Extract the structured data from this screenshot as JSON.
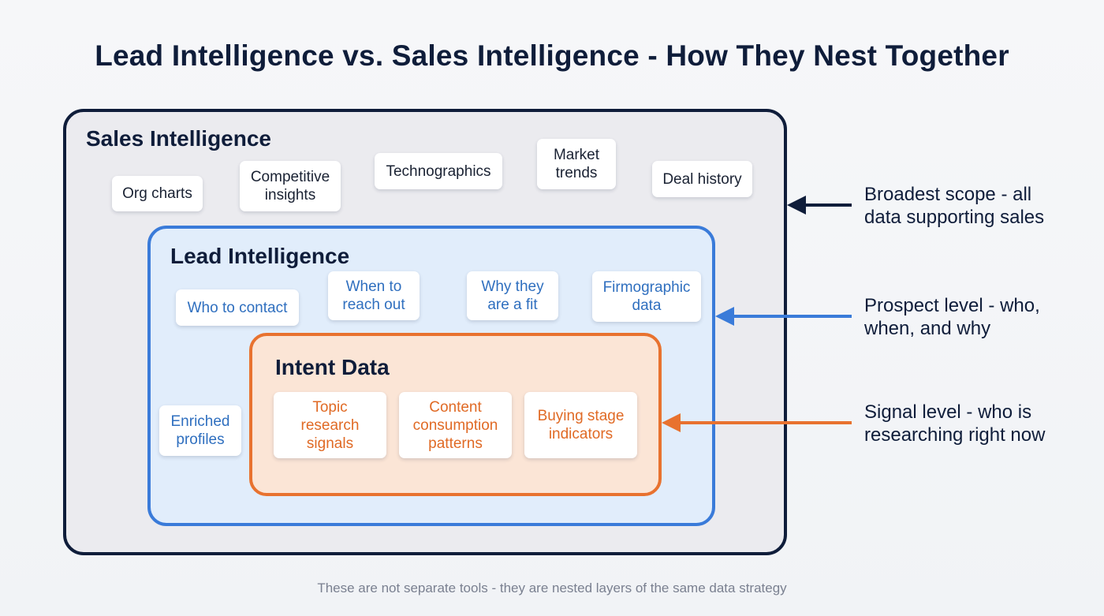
{
  "title": "Lead Intelligence vs. Sales Intelligence - How They Nest Together",
  "layers": {
    "sales": {
      "title": "Sales Intelligence",
      "items": [
        "Org charts",
        "Competitive insights",
        "Technographics",
        "Market trends",
        "Deal history"
      ],
      "annotation_line1": "Broadest scope - all",
      "annotation_line2": "data supporting sales",
      "color": "#0f1d3a"
    },
    "lead": {
      "title": "Lead Intelligence",
      "items": [
        "Who to contact",
        "When to reach out",
        "Why they are a fit",
        "Firmographic data",
        "Enriched profiles"
      ],
      "annotation_line1": "Prospect level - who,",
      "annotation_line2": "when, and why",
      "color": "#3a7bd9"
    },
    "intent": {
      "title": "Intent Data",
      "items": [
        "Topic research signals",
        "Content consumption patterns",
        "Buying stage indicators"
      ],
      "annotation_line1": "Signal level - who is",
      "annotation_line2": "researching right now",
      "color": "#e8722f"
    }
  },
  "footer": "These are not separate tools - they are nested layers of the same data strategy"
}
